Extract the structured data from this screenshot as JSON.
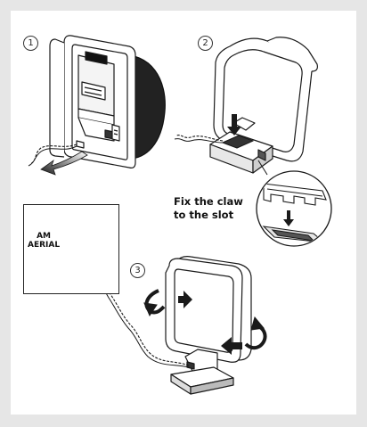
{
  "steps": [
    {
      "number": "1"
    },
    {
      "number": "2"
    },
    {
      "number": "3"
    }
  ],
  "caption": {
    "line1": "Fix the claw",
    "line2": "to the slot"
  },
  "terminal": {
    "line1": "AM",
    "line2": "AERIAL"
  },
  "colors": {
    "background": "#e6e6e6",
    "panel": "#ffffff",
    "ink": "#1a1a1a",
    "arrow_gradient_start": "#ffffff",
    "arrow_gradient_end": "#555555"
  },
  "icons": [
    "circular-arrow-icon",
    "direction-arrow-icon",
    "terminal-socket-icon",
    "wire-icon"
  ]
}
